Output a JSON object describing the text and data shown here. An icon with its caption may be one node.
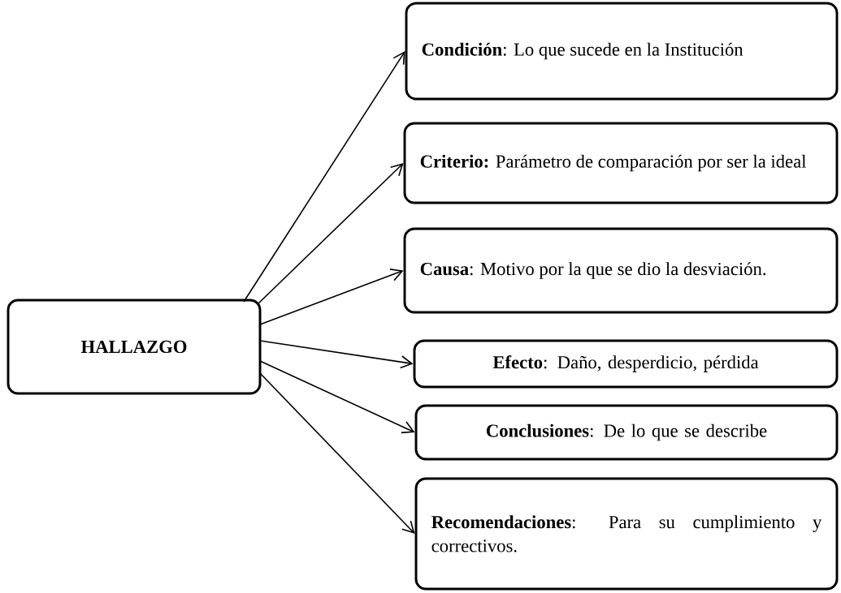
{
  "diagram": {
    "nodes": [
      {
        "text": [
          "**HALLAZGO**"
        ]
      },
      {
        "text": [
          "**Condición**: Lo que sucede en la Institución"
        ]
      },
      {
        "text": [
          "**Criterio:** Parámetro de comparación por ser la ideal"
        ]
      },
      {
        "text": [
          "**Causa**: Motivo por la que se dio la desviación."
        ]
      },
      {
        "text": [
          "**Efecto**: Daño, desperdicio, pérdida"
        ]
      },
      {
        "text": [
          "**Conclusiones**: De lo que se describe"
        ]
      },
      {
        "text": [
          "**Recomendaciones**: Para su cumplimiento y correctivos."
        ]
      }
    ],
    "edges": [
      {
        "from": 0,
        "to": 1,
        "arrow": "to"
      },
      {
        "from": 0,
        "to": 2,
        "arrow": "to"
      },
      {
        "from": 0,
        "to": 3,
        "arrow": "to"
      },
      {
        "from": 0,
        "to": 4,
        "arrow": "to"
      },
      {
        "from": 0,
        "to": 5,
        "arrow": "to"
      },
      {
        "from": 0,
        "to": 6,
        "arrow": "to"
      }
    ]
  }
}
